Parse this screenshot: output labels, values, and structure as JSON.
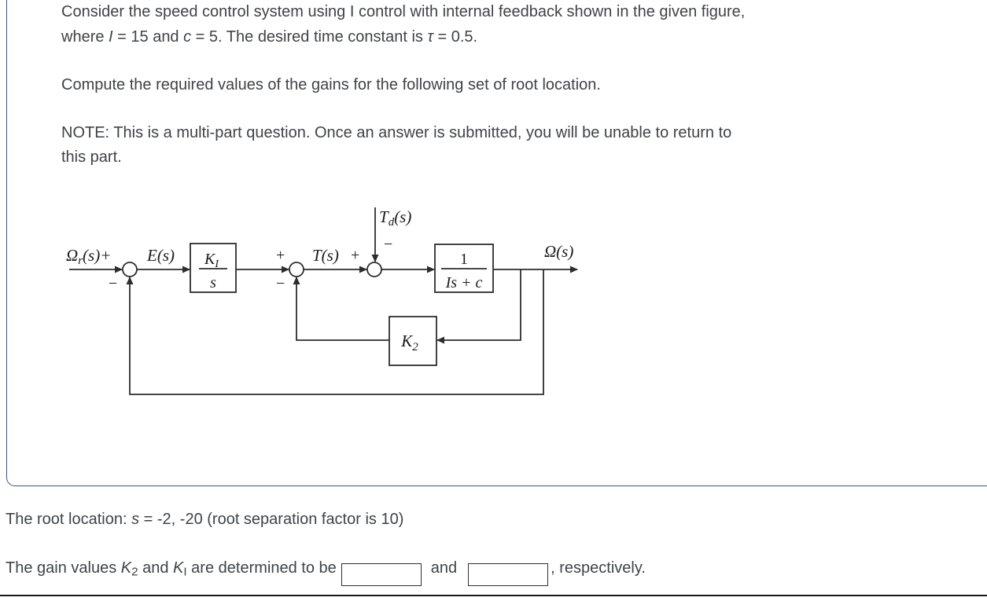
{
  "page": {
    "background": "#ffffff",
    "panel_border_color": "#2a5794",
    "bottom_rule_color": "#1b1b1b",
    "diagram_line_color": "#2d2d2d"
  },
  "question": {
    "p1_line1": [
      {
        "t": "Consider the speed control system using I control with internal feedback shown in the given figure,"
      }
    ],
    "p1_line2": [
      {
        "t": "where "
      },
      {
        "t": "I",
        "i": true
      },
      {
        "t": " = 15 and "
      },
      {
        "t": "c",
        "i": true
      },
      {
        "t": " = 5. The desired time constant is "
      },
      {
        "t": "τ",
        "i": true
      },
      {
        "t": " = 0.5."
      }
    ],
    "p2": [
      {
        "t": "Compute the required values of the gains for the following set of root location."
      }
    ],
    "p3_line1": [
      {
        "t": "NOTE: This is a multi-part question. Once an answer is submitted, you will be unable to return to"
      }
    ],
    "p3_line2": [
      {
        "t": "this part."
      }
    ]
  },
  "diagram": {
    "input_label": {
      "main": "Ω",
      "sub": "r",
      "rest": "(s)+"
    },
    "error_label": "E(s)",
    "torque_label": "T(s)",
    "output_label": "Ω(s)",
    "disturbance_label": {
      "main": "T",
      "sub": "d",
      "rest": "(s)"
    },
    "block1": {
      "num": "K",
      "num_sub": "I",
      "den": "s"
    },
    "block2": {
      "num": "1",
      "den": "Is + c"
    },
    "k2_block": {
      "main": "K",
      "sub": "2"
    },
    "signs": {
      "plus": "+",
      "minus": "−"
    }
  },
  "answer": {
    "root_line": [
      {
        "t": "The root location: "
      },
      {
        "t": "s",
        "i": true
      },
      {
        "t": " = -2, -20 (root separation factor is 10)"
      }
    ],
    "gain_line_prefix": [
      {
        "t": "The gain values "
      },
      {
        "t": "K",
        "i": true
      },
      {
        "t": "2",
        "sub": true
      },
      {
        "t": " and "
      },
      {
        "t": "K",
        "i": true
      },
      {
        "t": "I",
        "sub": true
      },
      {
        "t": " are determined to be"
      }
    ],
    "and_label": "and",
    "suffix_label": ", respectively.",
    "inputs": [
      {
        "name": "K2",
        "value": ""
      },
      {
        "name": "KI",
        "value": ""
      }
    ]
  }
}
